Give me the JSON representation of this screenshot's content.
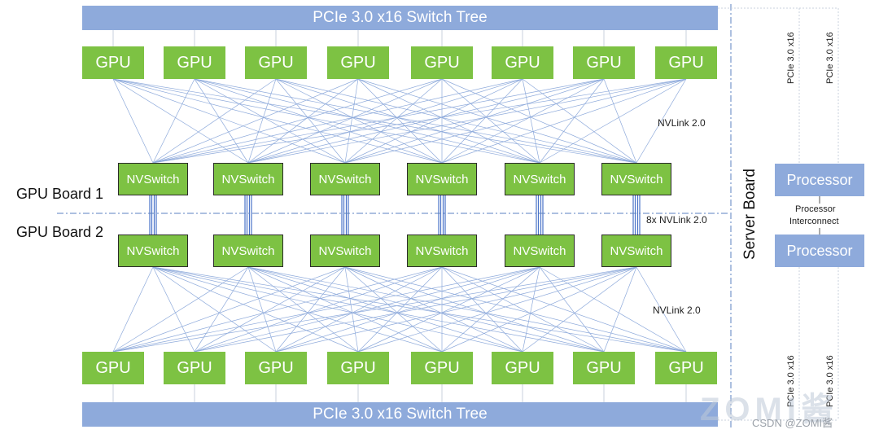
{
  "switch_tree_top": "PCIe 3.0 x16 Switch Tree",
  "switch_tree_bottom": "PCIe 3.0 x16 Switch Tree",
  "gpu_label": "GPU",
  "nvswitch_label": "NVSwitch",
  "board_labels": [
    "GPU Board 1",
    "GPU Board 2"
  ],
  "nvlink_top": "NVLink 2.0",
  "nvlink_bottom": "NVLink 2.0",
  "nvlink_bridge": "8x NVLink 2.0",
  "server_board": "Server Board",
  "processor_top": "Processor",
  "processor_bottom": "Processor",
  "processor_interconnect": [
    "Processor",
    "Interconnect"
  ],
  "pcie_labels": [
    "PCIe 3.0 x16",
    "PCIe 3.0 x16",
    "PCIe 3.0 x16",
    "PCIe 3.0 x16"
  ],
  "watermark_logo": "ZOMI酱",
  "watermark_text": "CSDN @ZOMI酱",
  "colors": {
    "gpu": "#7dc243",
    "bar": "#8eaadb",
    "link": "#8eaadb",
    "dash": "#5b82c0"
  }
}
